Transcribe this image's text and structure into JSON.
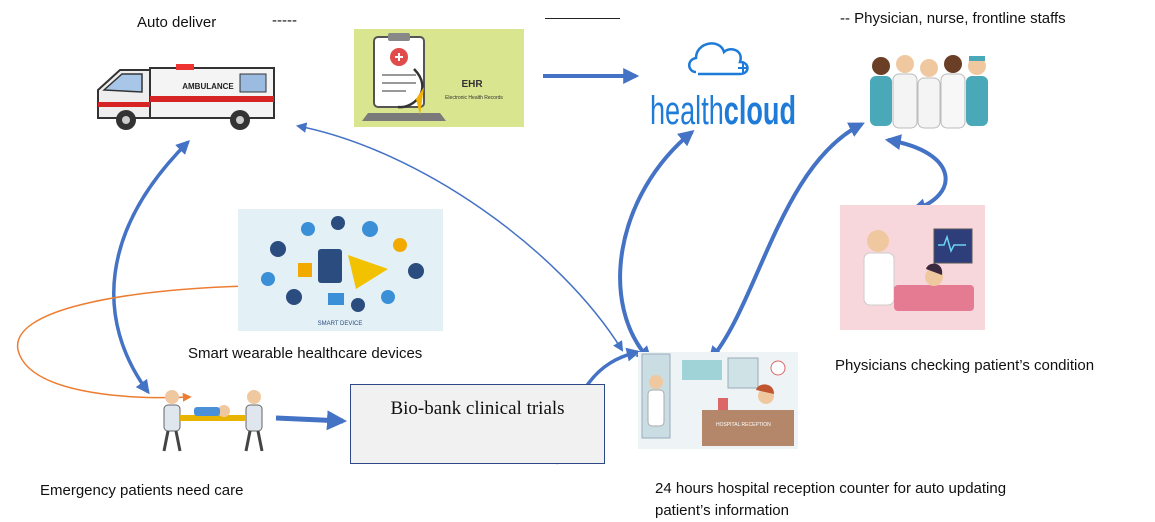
{
  "labels": {
    "auto_deliver": "Auto deliver",
    "auto_dash": "-----",
    "physician_staff": "-- Physician, nurse, frontline staffs",
    "wearables": "Smart wearable healthcare devices",
    "physicians_checking": "Physicians checking patient’s condition",
    "emergency": "Emergency patients need care",
    "reception": "24 hours hospital reception counter for auto updating patient’s information",
    "biobank": "Bio-bank clinical trials"
  },
  "images": {
    "ambulance_text": "AMBULANCE",
    "ehr_title": "EHR",
    "ehr_sub": "Electronic Health Records",
    "cloud_word_a": "health",
    "cloud_word_b": "cloud",
    "smart_device": "SMART DEVICE",
    "hospital_sign": "HOSPITAL RECEPTION"
  },
  "colors": {
    "arrow_blue": "#4472c4",
    "arrow_orange": "#ed7d31",
    "cloud_blue": "#1f7bd8"
  },
  "icons": [
    "ambulance-icon",
    "ehr-icon",
    "healthcloud-logo",
    "medical-staff-icon",
    "smart-devices-icon",
    "patient-checkup-icon",
    "stretcher-icon",
    "reception-icon"
  ]
}
